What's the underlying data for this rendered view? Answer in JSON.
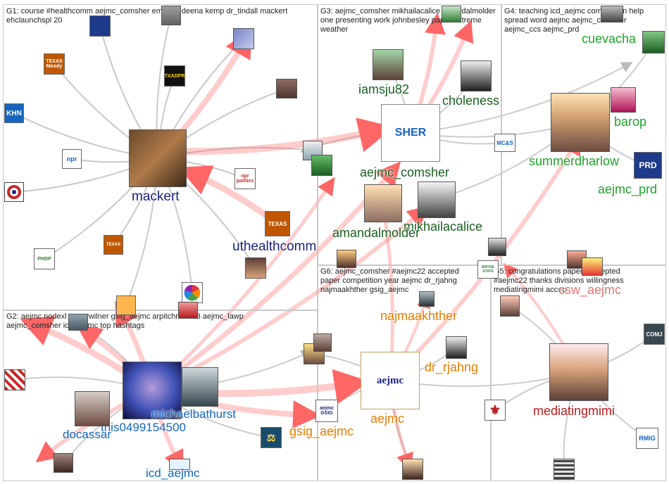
{
  "colors": {
    "g1_label": "#1a237e",
    "g2_label": "#1565c0",
    "g3_label": "#1b5e20",
    "g4_label": "#1fa32a",
    "g5_label": "#b71c1c",
    "g6_label": "#e67e00",
    "edge_red": "#ff5555",
    "edge_gray": "#bbbbbb"
  },
  "groups": [
    {
      "id": "g1",
      "description": "G1: course #healthcomm aejmc_comsher emotion deena kemp dr_tindall mackert ehclaunchspl 20"
    },
    {
      "id": "g2",
      "description": "G2: aejmc nodexl tamarwilner gsig_aejmc arpitchristian3 aejmc_lawp aejmc_comsher icd_aejmc top hashtags"
    },
    {
      "id": "g3",
      "description": "G3: aejmc_comsher mikhailacalice amandalmolder one presenting work johnbesley paper extreme weather"
    },
    {
      "id": "g4",
      "description": "G4: teaching icd_aejmc competition help spread word aejmc aejmc_comsher aejmc_ccs aejmc_prd"
    },
    {
      "id": "g5",
      "description": "G5: congratulations papers accepted #aejmc22 thanks divisions willingness mediatingmimi accep"
    },
    {
      "id": "g6",
      "description": "G6: aejmc_comsher #aejmc22 accepted paper competition year aejmc dr_rjahng najmaakhther gsig_aejmc"
    }
  ],
  "nodes": {
    "mackert": "mackert",
    "uthealthcomm": "uthealthcomm",
    "michaelbathurst": "michaelbathurst",
    "this0499154500": "this0499154500",
    "docassar": "docassar",
    "icd_aejmc": "icd_aejmc",
    "iamsju82": "iamsju82",
    "choleness": "choleness",
    "aejmc_comsher": "aejmc_comsher",
    "amandalmolder": "amandalmolder",
    "mikhailacalice": "mikhailacalice",
    "cuevacha": "cuevacha",
    "barop": "barop",
    "summerdharlow": "summerdharlow",
    "aejmc_prd": "aejmc_prd",
    "najmaakhther": "najmaakhther",
    "dr_rjahng": "dr_rjahng",
    "aejmc": "aejmc",
    "gsig_aejmc": "gsig_aejmc",
    "csw_aejmc": "csw_aejmc",
    "mediatingmimi": "mediatingmimi"
  },
  "icons": {
    "khn": "KHN",
    "npr": "npr",
    "npr_politics": "npr politics",
    "texas_moody": "TEXAS Moody",
    "texas_uth": "TEXAS",
    "texas_small": "TEXAS",
    "txadpr": "TXADPR",
    "mcs": "MC&S",
    "prd": "PRD",
    "aejmc_logo": "aejmc",
    "gsig": "aejmc GSIG",
    "comj": "COMJ",
    "rmig": "RMIG",
    "cmc": "AEJMC",
    "she": "SHER",
    "wayne": "WAYNE STATE",
    "phdp": "PHDP"
  }
}
